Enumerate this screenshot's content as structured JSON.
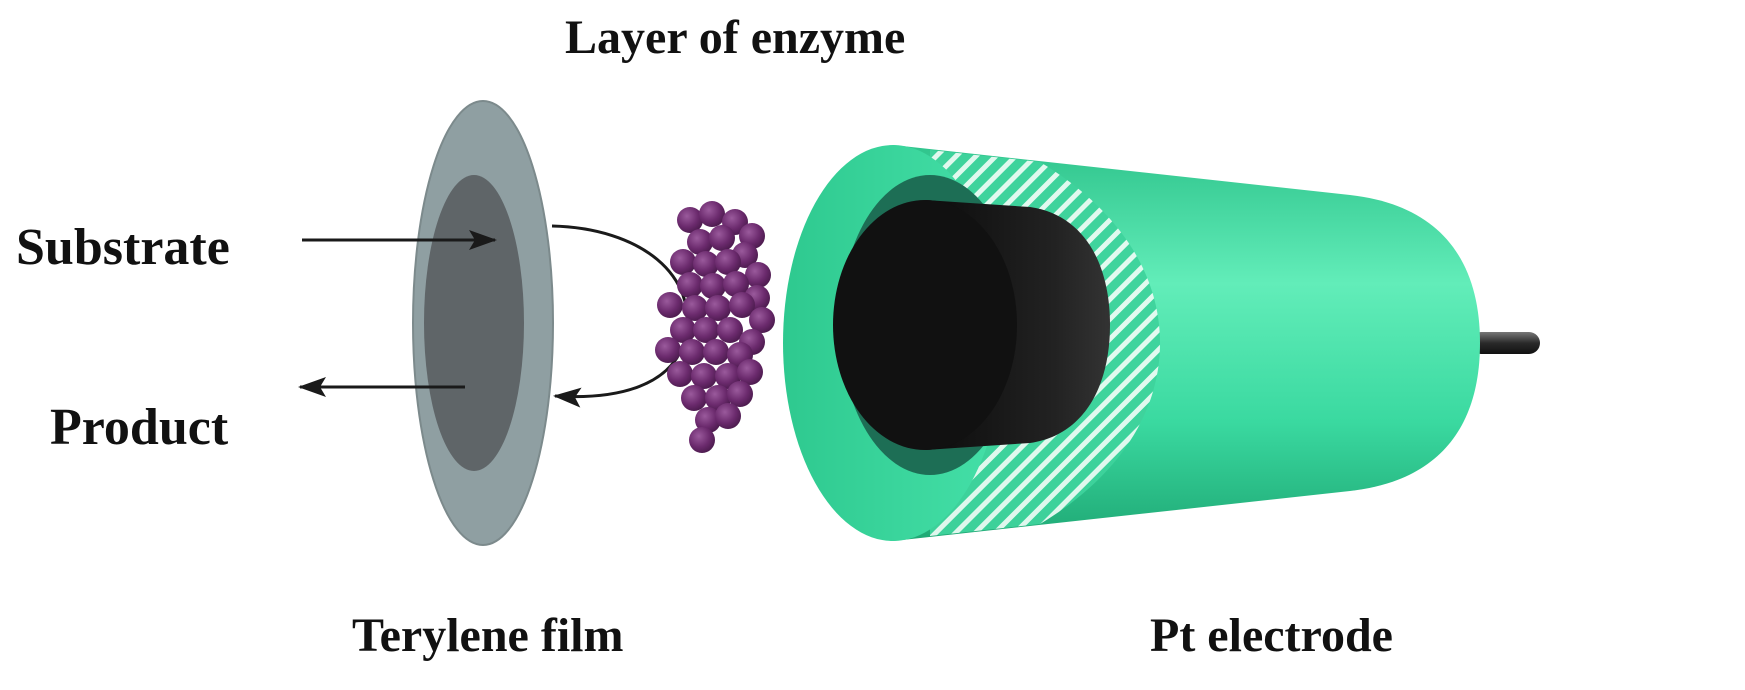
{
  "labels": {
    "enzyme_layer": "Layer of enzyme",
    "substrate": "Substrate",
    "product": "Product",
    "film": "Terylene film",
    "electrode": "Pt electrode"
  },
  "colors": {
    "film_outer": "#8f9fa2",
    "film_inner": "#5f6568",
    "enzyme": "#6b2a6d",
    "electrode_body": "#3fdca3",
    "electrode_core": "#141414",
    "arrow": "#1a1a1a"
  }
}
